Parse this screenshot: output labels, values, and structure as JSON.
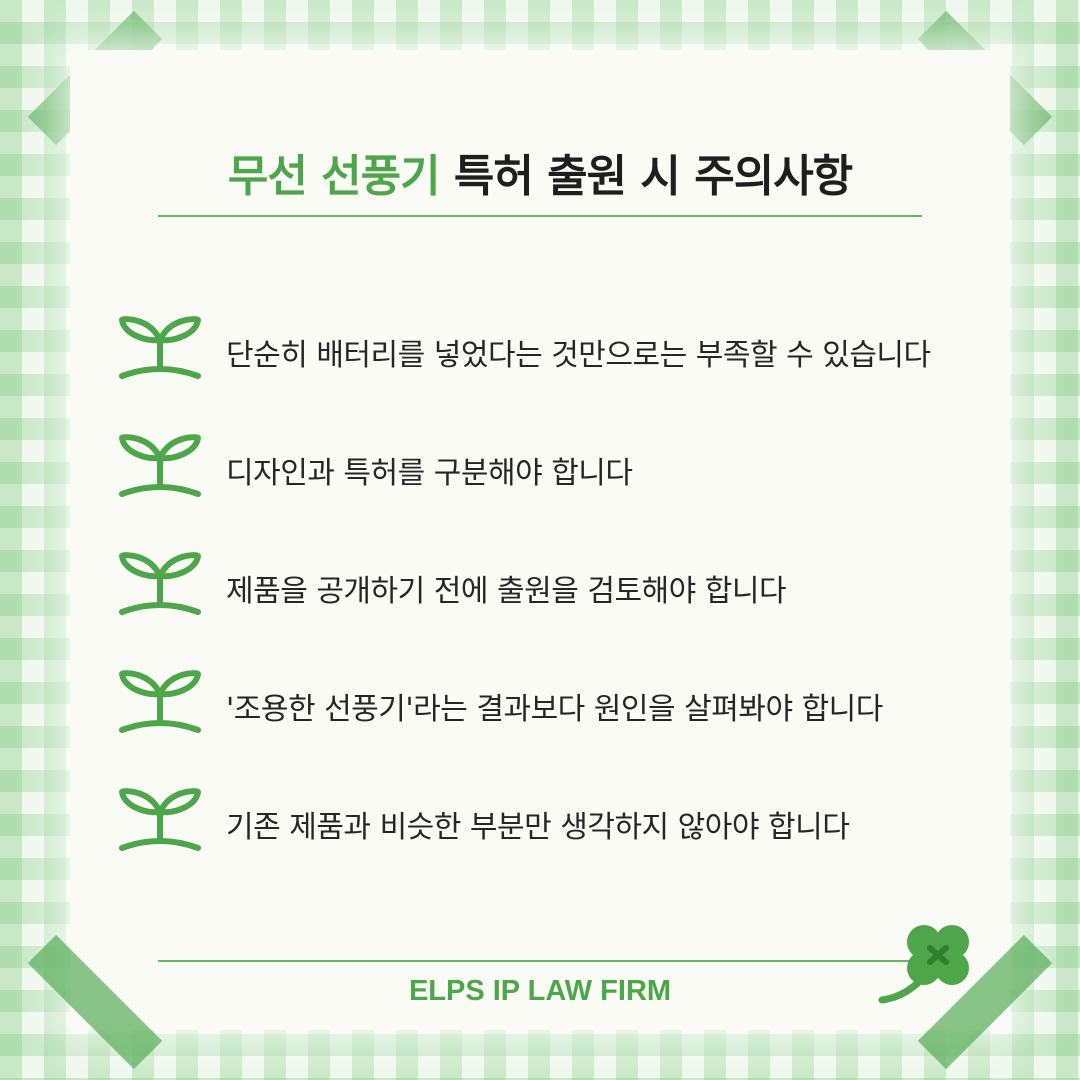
{
  "title": {
    "accent": "무선 선풍기",
    "rest": " 특허 출원 시 주의사항"
  },
  "items": [
    {
      "label": "단순히 배터리를 넣었다는 것만으로는 부족할 수 있습니다",
      "icon": "sprout-icon"
    },
    {
      "label": "디자인과 특허를 구분해야 합니다",
      "icon": "sprout-icon"
    },
    {
      "label": "제품을 공개하기 전에 출원을 검토해야 합니다",
      "icon": "sprout-icon"
    },
    {
      "label": "'조용한 선풍기'라는 결과보다 원인을 살펴봐야 합니다",
      "icon": "sprout-icon"
    },
    {
      "label": "기존 제품과 비슷한 부분만 생각하지 않아야 합니다",
      "icon": "sprout-icon"
    }
  ],
  "footer": {
    "brand": "ELPS IP LAW FIRM"
  },
  "colors": {
    "accent": "#4ea64a",
    "text": "#1e1e1e",
    "card": "#fbfbf6",
    "tape": "#5aaf5a"
  }
}
